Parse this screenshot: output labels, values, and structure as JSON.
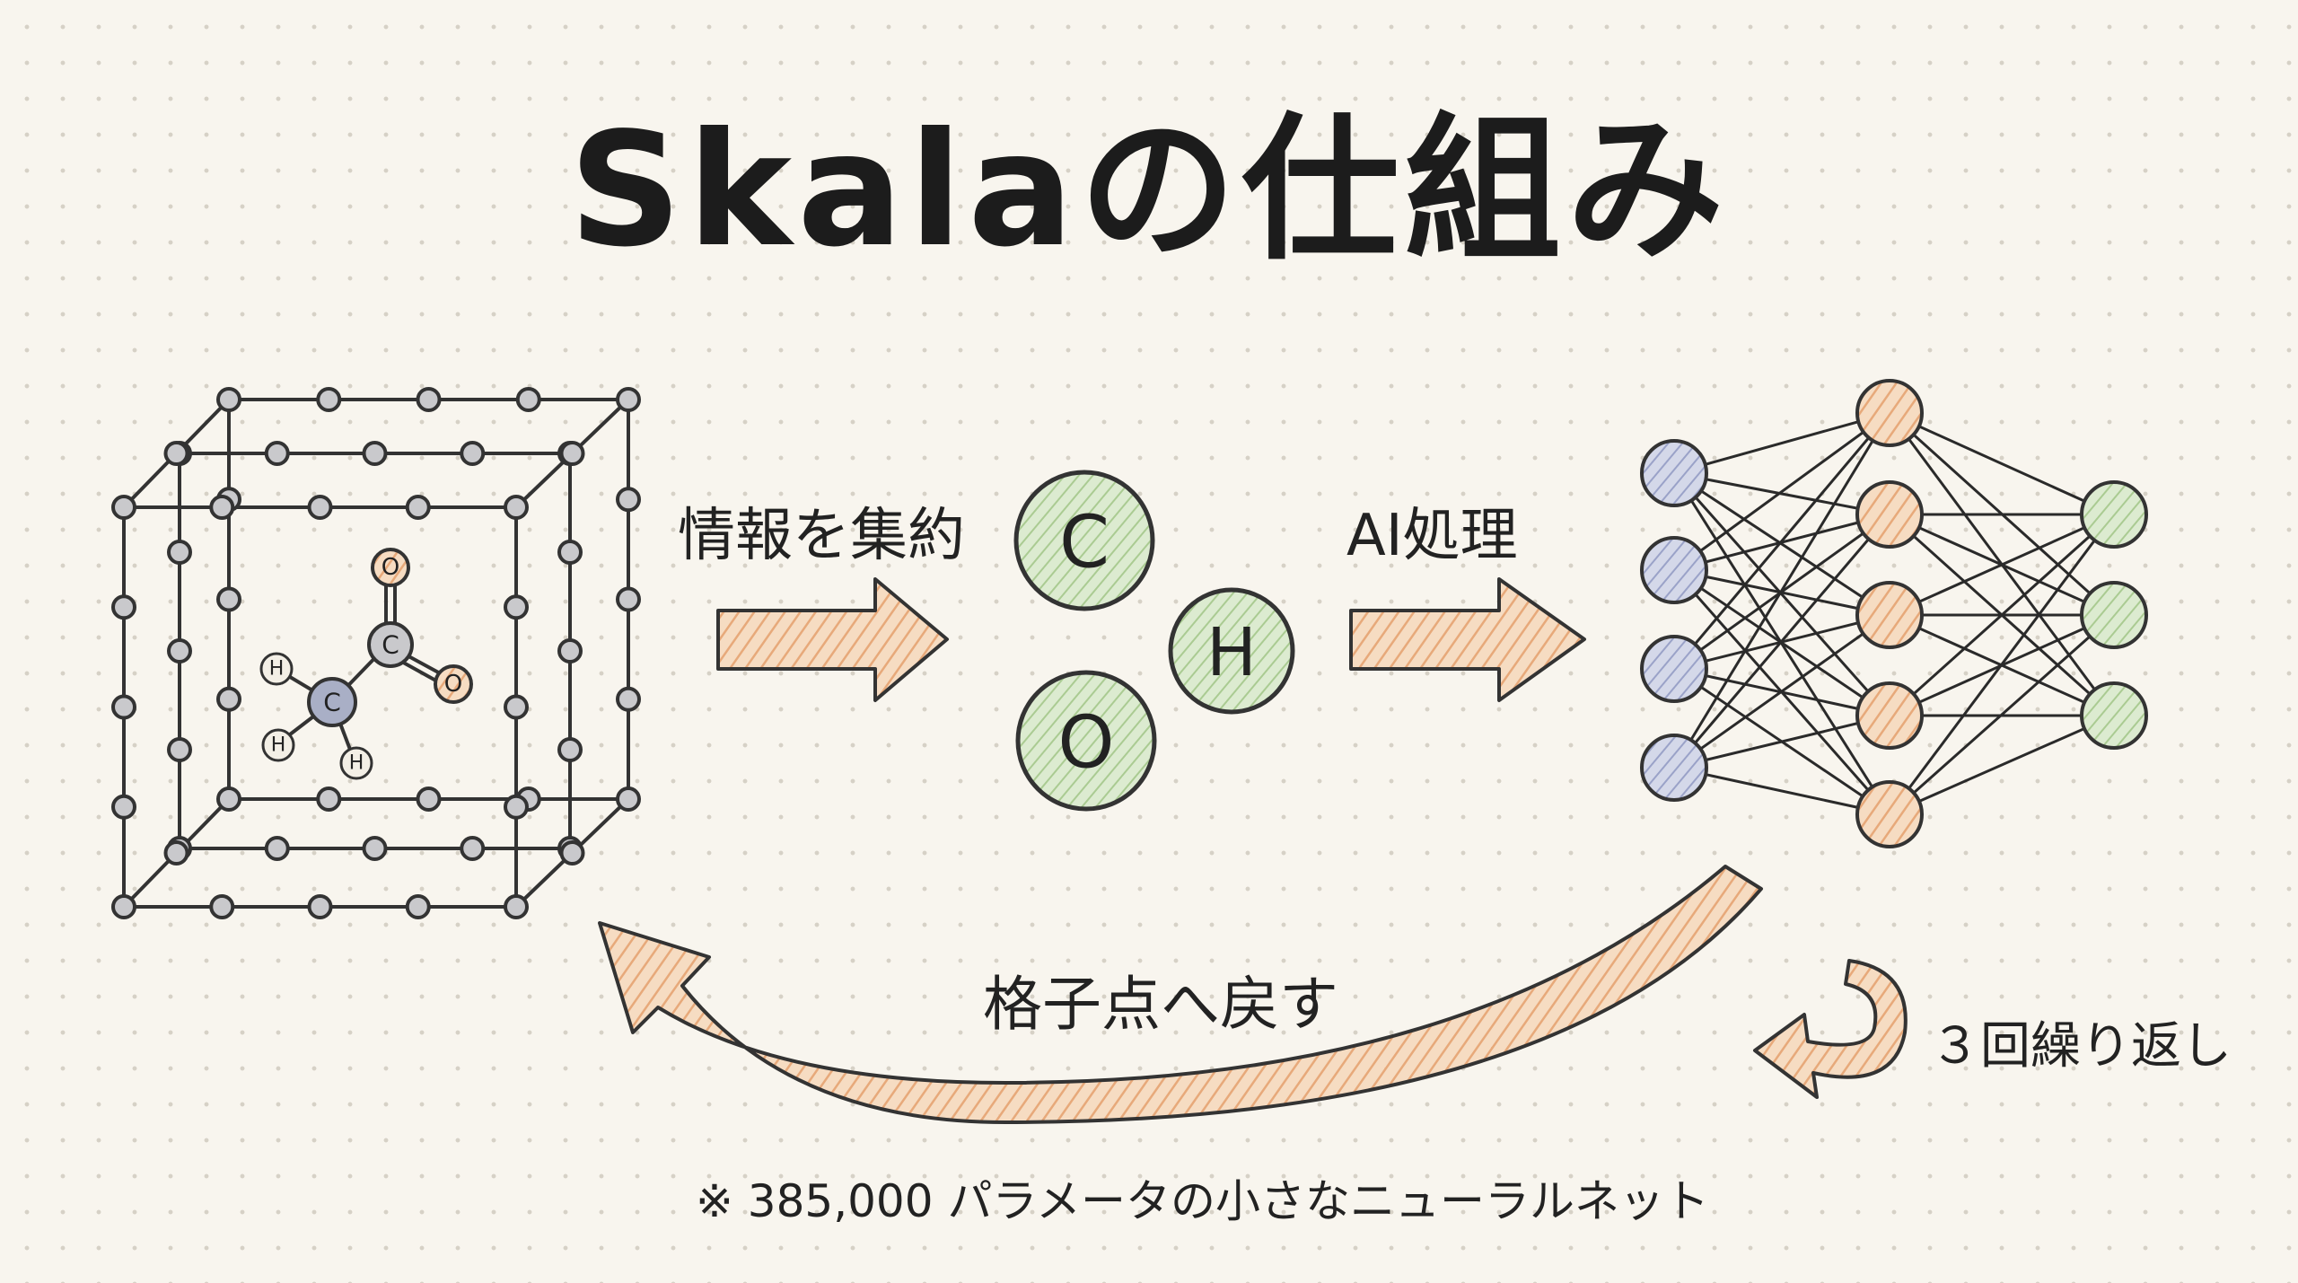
{
  "title": "Skalaの仕組み",
  "labels": {
    "aggregate": "情報を集約",
    "ai_processing": "AI処理",
    "return_to_grid": "格子点へ戻す",
    "repeat": "３回繰り返し",
    "note": "※ 385,000 パラメータの小さなニューラルネット"
  },
  "atoms": {
    "large": [
      "C",
      "H",
      "O"
    ],
    "molecule": [
      "O",
      "C",
      "O",
      "C",
      "H",
      "H",
      "H"
    ]
  },
  "network": {
    "layers": [
      4,
      5,
      3
    ]
  },
  "colors": {
    "background": "#f8f5ee",
    "arrow_fill": "#f0c9a3",
    "green_fill": "#cfe3bf",
    "orange_fill": "#f2c9a4",
    "blue_fill": "#c3c8de",
    "grey_fill": "#c9c9cc",
    "ink": "#222222"
  }
}
